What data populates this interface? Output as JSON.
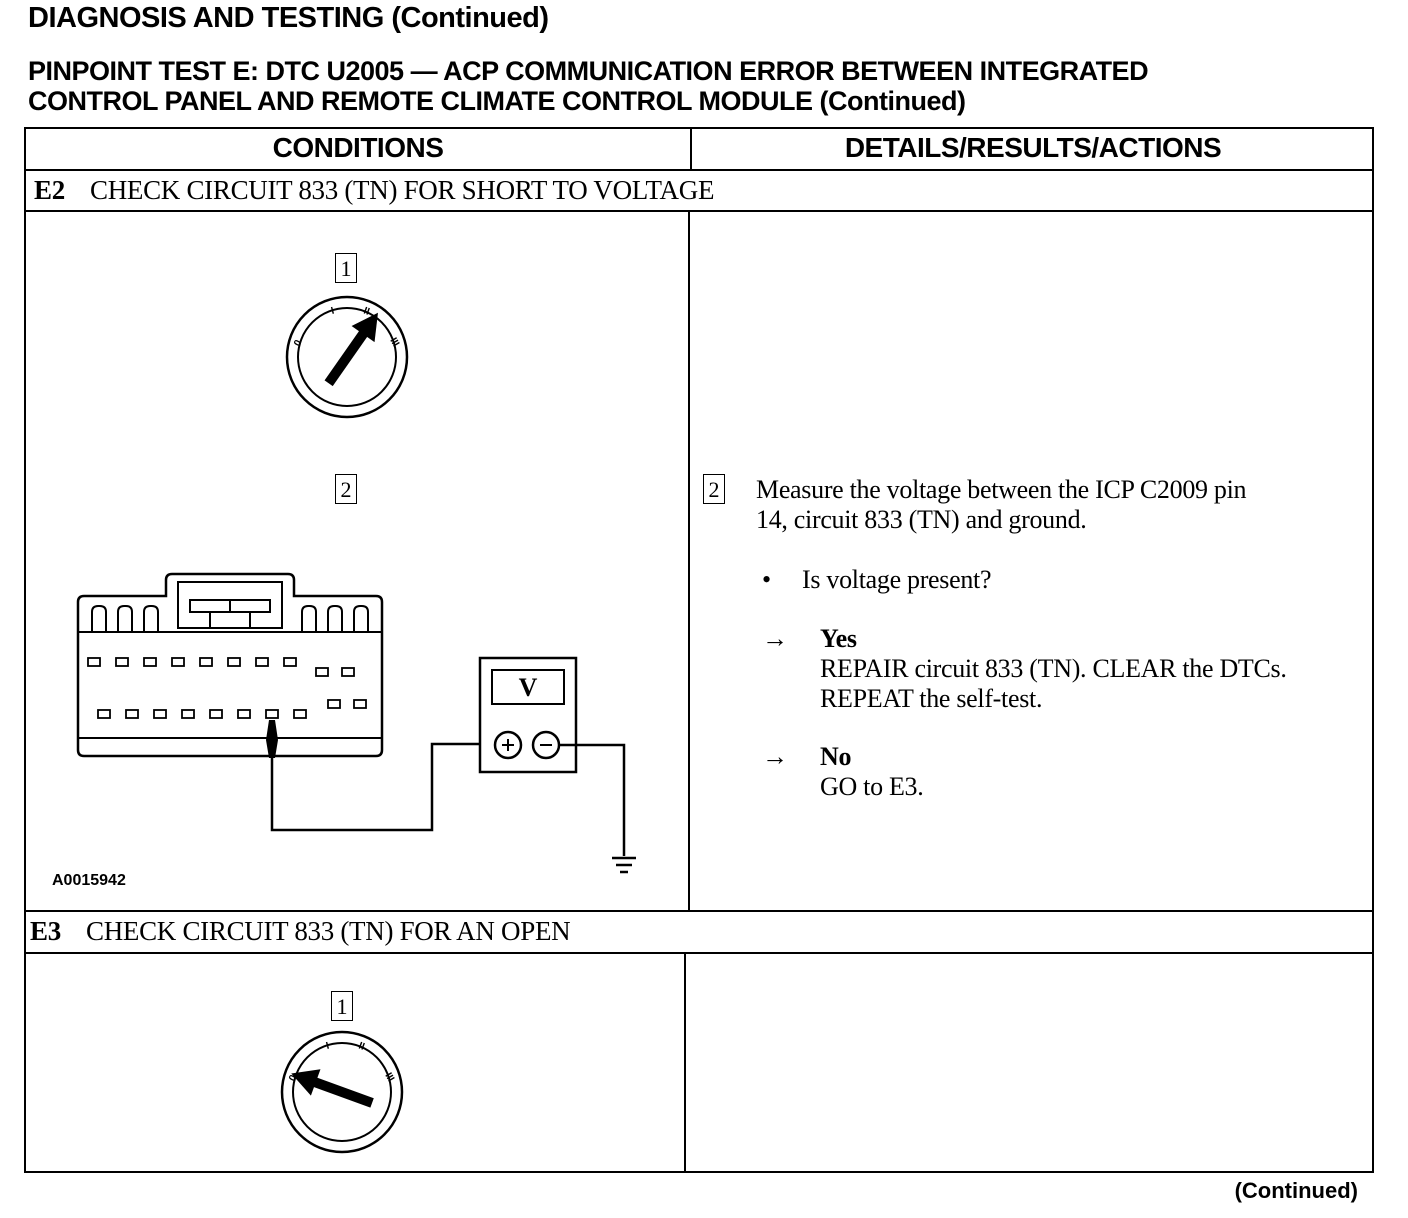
{
  "page": {
    "title": "DIAGNOSIS AND TESTING (Continued)",
    "subtitle_line1": "PINPOINT TEST E: DTC U2005 — ACP COMMUNICATION ERROR BETWEEN INTEGRATED",
    "subtitle_line2": "CONTROL PANEL AND REMOTE CLIMATE CONTROL MODULE (Continued)",
    "footer": "(Continued)"
  },
  "table": {
    "col_conditions": "CONDITIONS",
    "col_details": "DETAILS/RESULTS/ACTIONS"
  },
  "steps": [
    {
      "id": "E2",
      "title": "CHECK CIRCUIT 833 (TN) FOR SHORT TO VOLTAGE",
      "fig_num1": "1",
      "fig_num2": "2",
      "figure_id": "A0015942",
      "meter_label": "V",
      "detail_num": "2",
      "detail_line1": "Measure the voltage between the ICP C2009 pin",
      "detail_line2": "14, circuit 833 (TN) and ground.",
      "question": "Is voltage present?",
      "yes_label": "Yes",
      "yes_line1": "REPAIR circuit 833 (TN). CLEAR the DTCs.",
      "yes_line2": "REPEAT the self-test.",
      "no_label": "No",
      "no_line1": "GO to E3."
    },
    {
      "id": "E3",
      "title": "CHECK CIRCUIT 833 (TN) FOR AN OPEN",
      "fig_num1": "1"
    }
  ],
  "icons": {
    "bullet": "•",
    "arrow": "→",
    "ignition_labels": [
      "0",
      "I",
      "II",
      "III"
    ]
  }
}
